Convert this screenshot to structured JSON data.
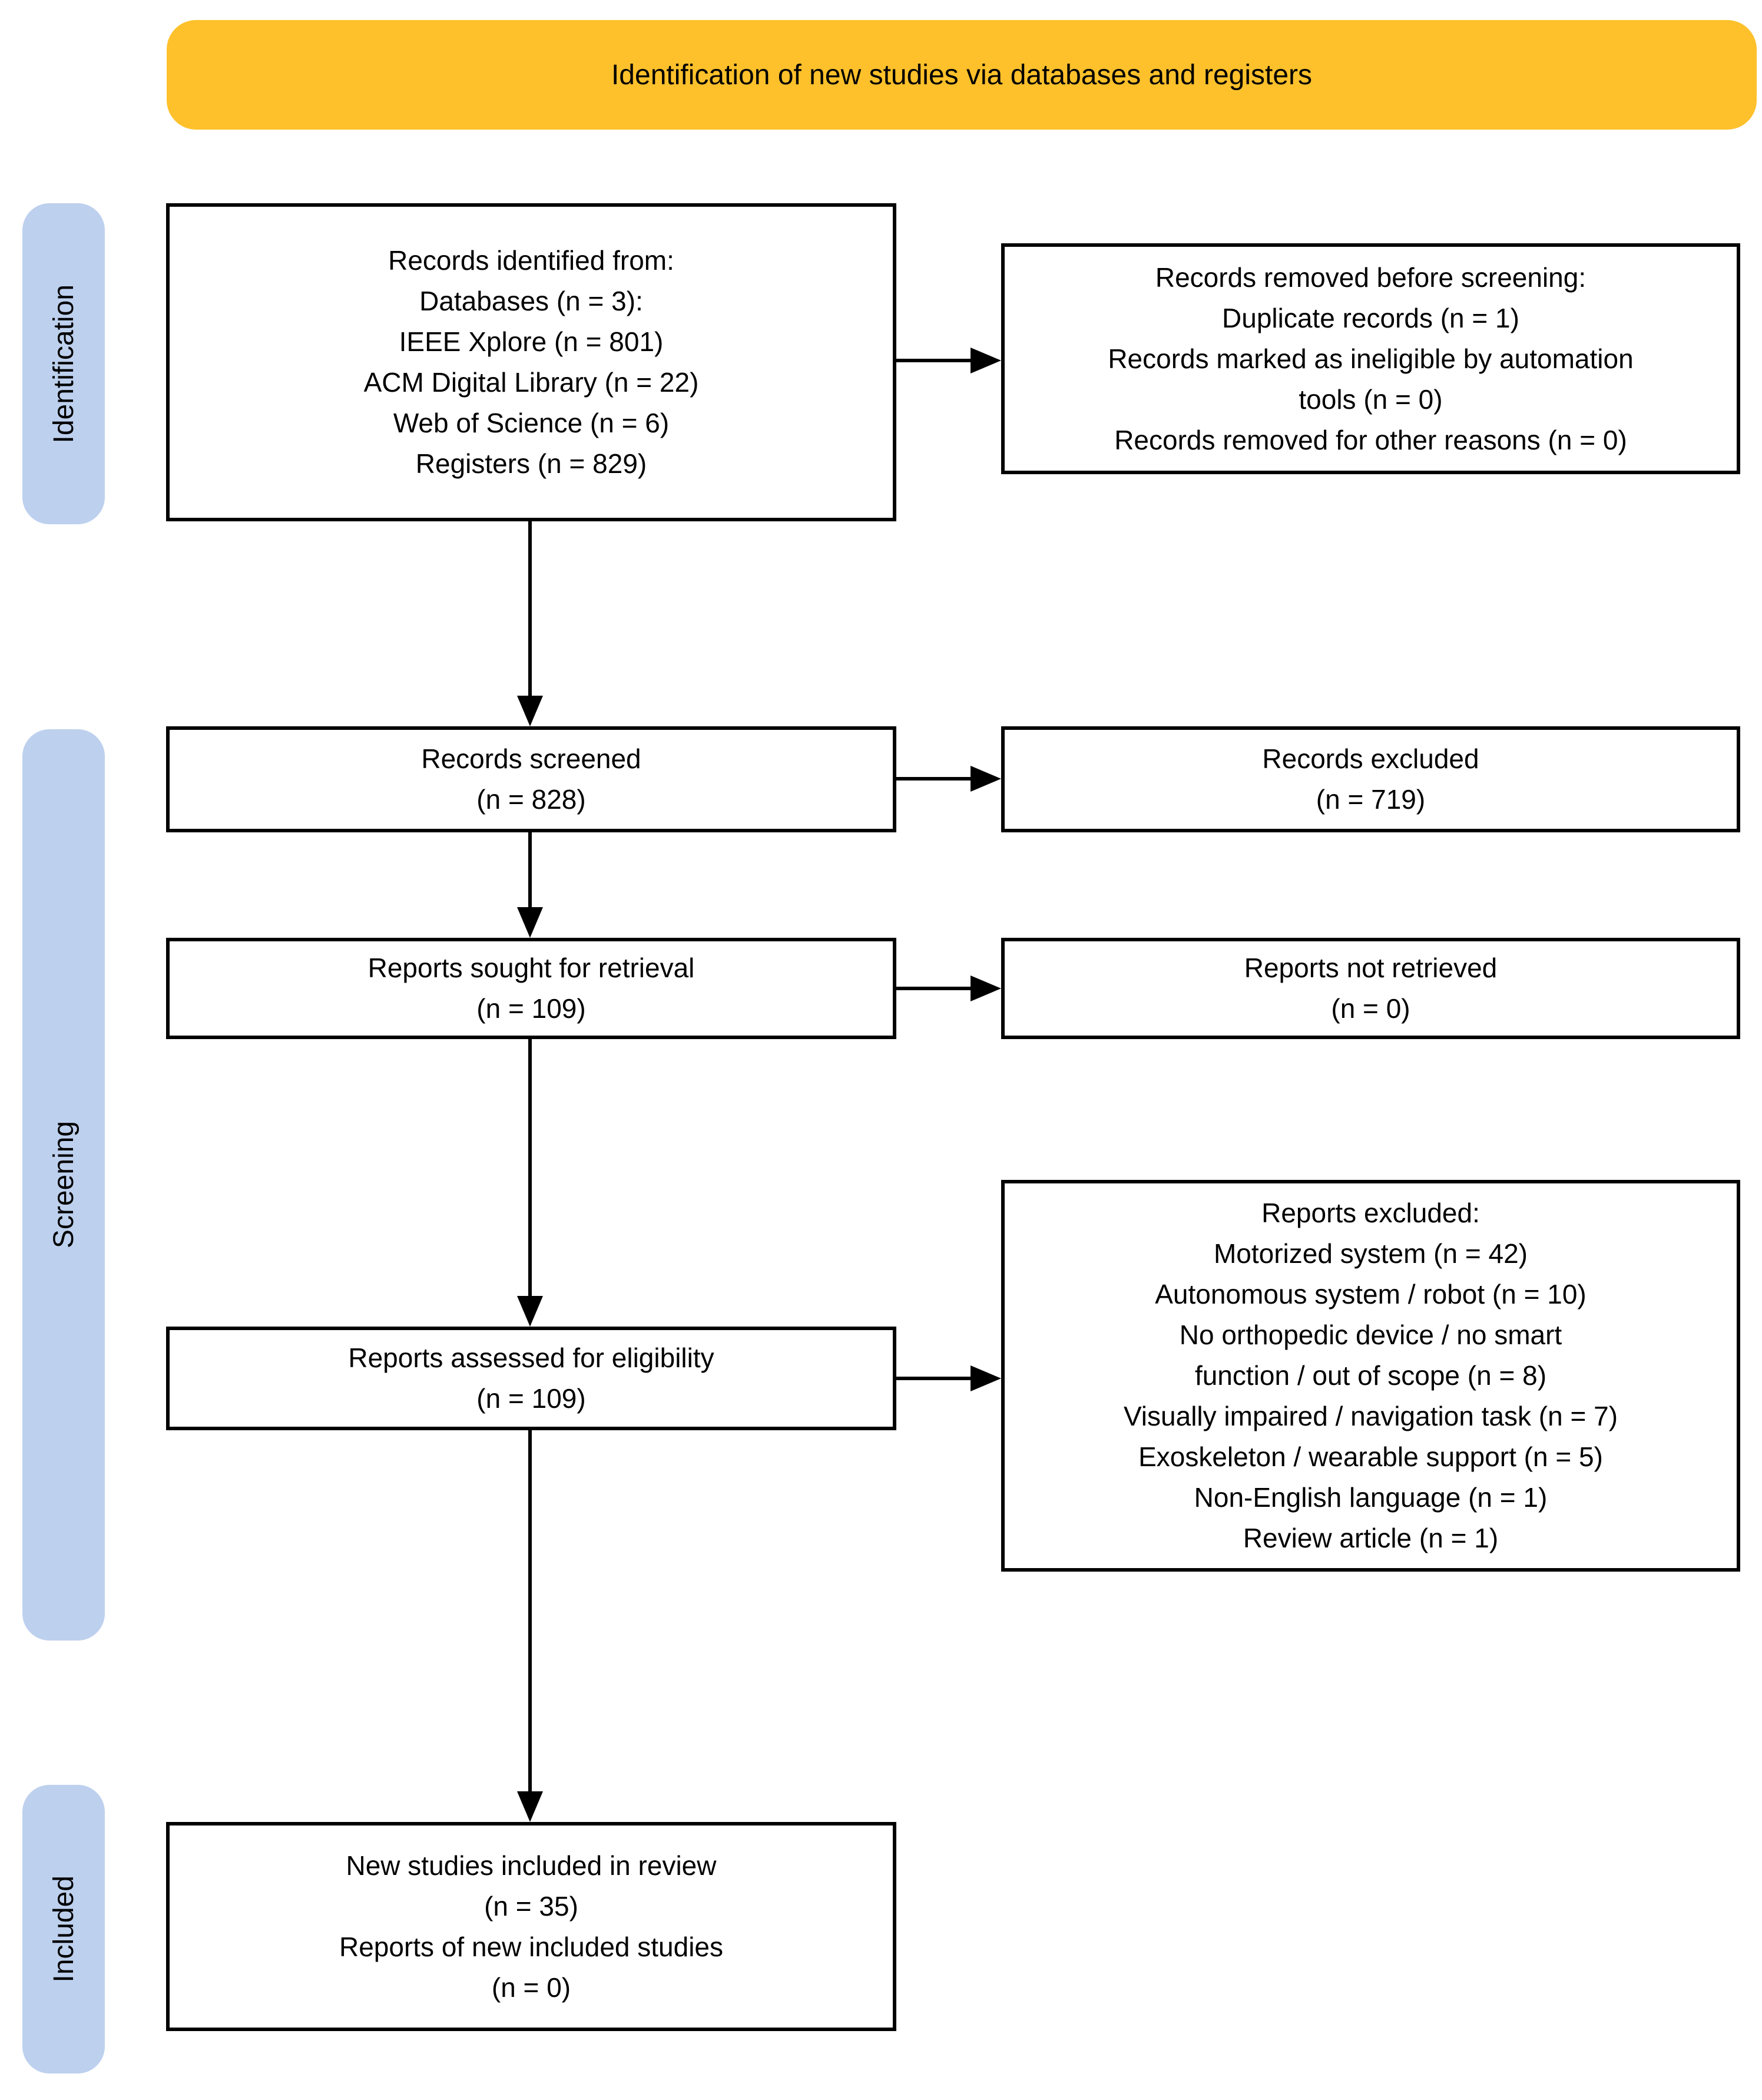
{
  "banner": {
    "label": "Identification of new studies via databases and registers",
    "color": "#FEC12B"
  },
  "sidebar": {
    "color": "#BDD0EE",
    "stages": [
      {
        "label": "Identification"
      },
      {
        "label": "Screening"
      },
      {
        "label": "Included"
      }
    ]
  },
  "flow": {
    "left": [
      {
        "id": "records-identified",
        "text": "Records identified from:\nDatabases (n = 3):\nIEEE Xplore (n = 801)\nACM Digital Library (n = 22)\nWeb of Science (n = 6)\nRegisters (n = 829)"
      },
      {
        "id": "records-screened",
        "text": "Records screened\n(n = 828)"
      },
      {
        "id": "reports-sought",
        "text": "Reports sought for retrieval\n(n = 109)"
      },
      {
        "id": "reports-assessed",
        "text": "Reports assessed for eligibility\n(n = 109)"
      },
      {
        "id": "new-studies-included",
        "text": "New studies included in review\n(n = 35)\nReports of new included studies\n(n = 0)"
      }
    ],
    "right": [
      {
        "id": "records-removed",
        "text": "Records removed before screening:\nDuplicate records (n = 1)\nRecords marked as ineligible by automation\ntools (n = 0)\nRecords removed for other reasons (n = 0)"
      },
      {
        "id": "records-excluded",
        "text": "Records excluded\n(n = 719)"
      },
      {
        "id": "reports-not-retrieved",
        "text": "Reports not retrieved\n(n = 0)"
      },
      {
        "id": "reports-excluded",
        "text": "Reports excluded:\nMotorized system (n = 42)\nAutonomous system / robot (n = 10)\nNo orthopedic device / no smart\nfunction / out of scope (n = 8)\nVisually impaired / navigation task (n = 7)\nExoskeleton / wearable support (n = 5)\nNon-English language (n = 1)\nReview article (n = 1)"
      }
    ]
  }
}
